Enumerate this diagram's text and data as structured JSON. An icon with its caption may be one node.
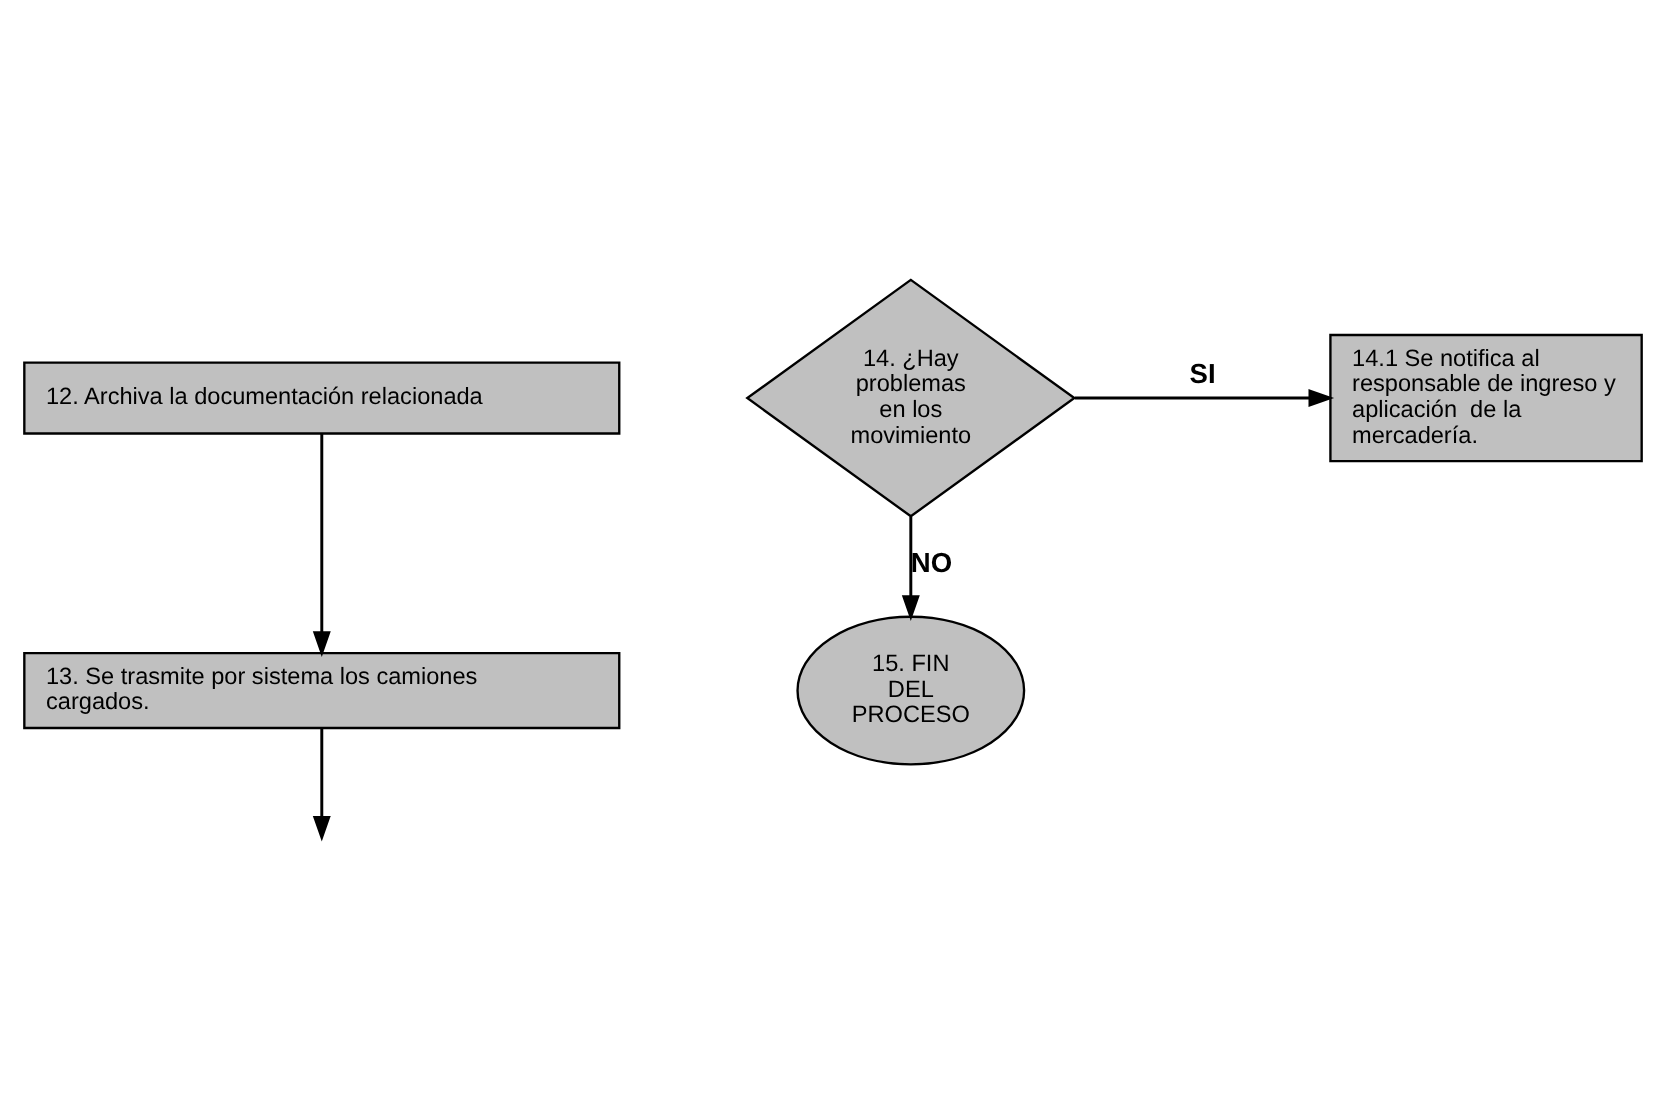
{
  "diagram": {
    "nodes": [
      {
        "text": [
          "12. Archiva la documentación relacionada"
        ]
      },
      {
        "text": [
          "13. Se trasmite por sistema los camiones cargados."
        ]
      },
      {
        "text": [
          "14.1 Se notifica al responsable de ingreso y aplicación  de la mercadería."
        ]
      },
      {
        "text": [
          "14. ¿Hay problemas en los movimiento"
        ]
      },
      {
        "text": [
          "15. FIN DEL PROCESO"
        ]
      }
    ],
    "edges": [
      {
        "from": 0,
        "to": 1,
        "arrow": "to"
      },
      {
        "from": 1,
        "to": null,
        "arrow": "to"
      },
      {
        "from": 3,
        "to": 2,
        "arrow": "to",
        "label": "SI"
      },
      {
        "from": 3,
        "to": 4,
        "arrow": "to",
        "label": "NO"
      }
    ]
  }
}
